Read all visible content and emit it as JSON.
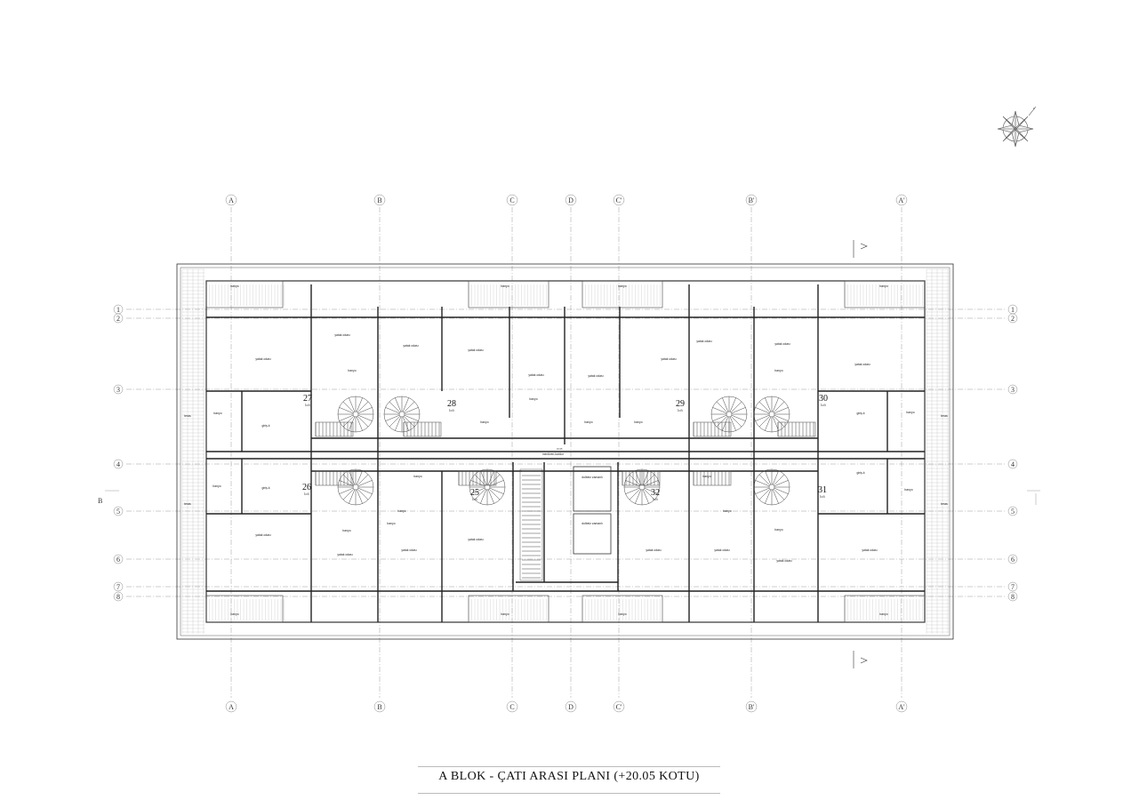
{
  "grid": {
    "columns": [
      "A",
      "B",
      "C",
      "D",
      "C'",
      "B'",
      "A'"
    ],
    "rows": [
      "1",
      "2",
      "3",
      "4",
      "5",
      "6",
      "7",
      "8"
    ],
    "section_marker": "B"
  },
  "apartments": [
    "25",
    "26",
    "27",
    "28",
    "29",
    "30",
    "31",
    "32"
  ],
  "apartment_sub": "loft",
  "rooms": {
    "living": "yatak odası",
    "bath": "banyo",
    "terrace": "teras",
    "hall": "giriş-k",
    "stair_hall": "merdiven-koridor",
    "tank1": "dolbeiz zamanlı",
    "tank2": "dolbeiz zamanlı"
  },
  "level_mark": "±0.05",
  "title": "A BLOK - ÇATI  ARASI  PLANI  (+20.05 KOTU)"
}
